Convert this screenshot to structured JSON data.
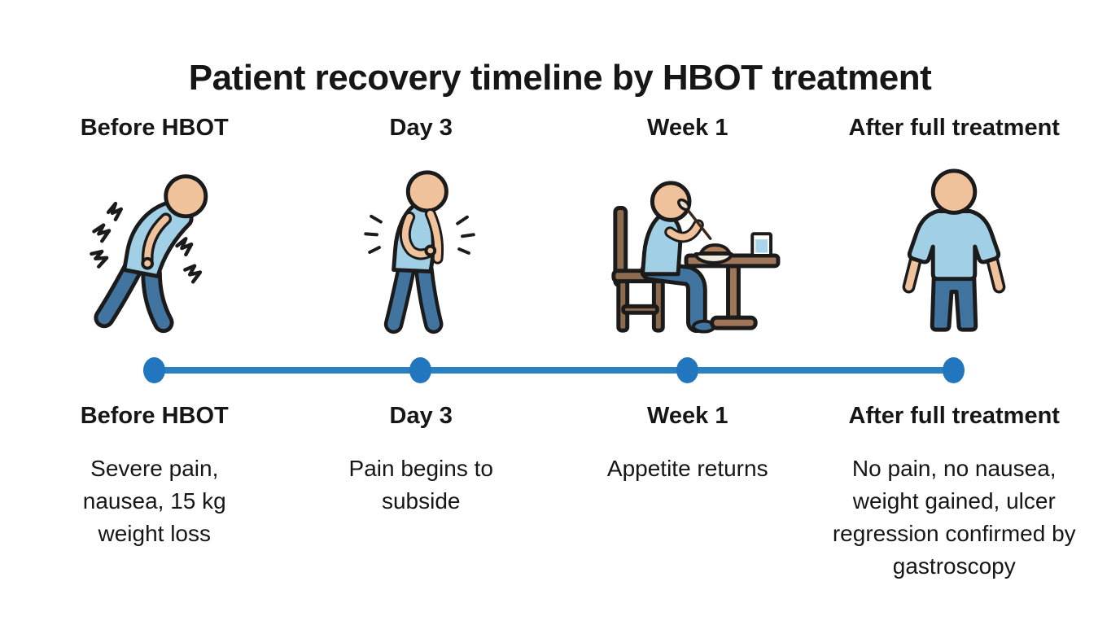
{
  "title": "Patient recovery timeline by HBOT treatment",
  "stages": [
    {
      "label": "Before HBOT",
      "description": "Severe pain, nausea, 15 kg weight loss",
      "icon": "person-hunched-pain-icon"
    },
    {
      "label": "Day 3",
      "description": "Pain begins to subside",
      "icon": "person-slightly-bent-icon"
    },
    {
      "label": "Week 1",
      "description": "Appetite returns",
      "icon": "person-eating-at-table-icon"
    },
    {
      "label": "After full treatment",
      "description": "No pain, no nausea, weight gained, ulcer regression confirmed by gastroscopy",
      "icon": "person-standing-recovered-icon"
    }
  ],
  "timeline": {
    "dot_count": 4
  },
  "colors": {
    "timeline_line": "#2b80c4",
    "timeline_dot": "#2176bd",
    "text": "#161616",
    "background": "#ffffff",
    "figure_shirt": "#a0cfe6",
    "figure_pants": "#41749e",
    "figure_skin": "#f0c29c",
    "figure_outline": "#1b1b1b",
    "wood": "#a0765a"
  }
}
